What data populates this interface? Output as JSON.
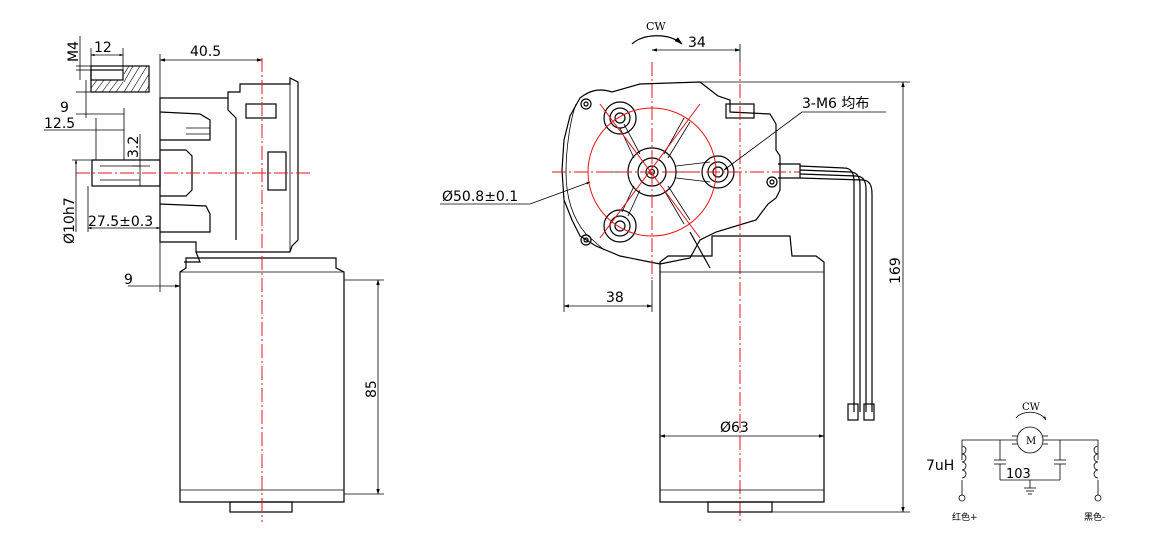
{
  "side_view": {
    "thread_label": "M4",
    "key_length": "12",
    "shaft_extension": "40.5",
    "key_height": "9",
    "key_offset": "12.5",
    "flat_depth": "3.2",
    "shaft_diameter": "Ø10h7",
    "shaft_length": "27.5±0.3",
    "flange_offset": "9",
    "motor_length": "85"
  },
  "front_view": {
    "rotation_label": "CW",
    "horizontal_offset_right": "34",
    "mounting_holes": "3-M6 均布",
    "bolt_circle": "Ø50.8±0.1",
    "horizontal_offset_left": "38",
    "overall_height": "169",
    "motor_diameter": "Ø63"
  },
  "schematic": {
    "rotation_label": "CW",
    "motor_symbol": "M",
    "inductor": "7uH",
    "capacitor": "103",
    "wire_positive": "红色+",
    "wire_negative": "黑色-"
  }
}
